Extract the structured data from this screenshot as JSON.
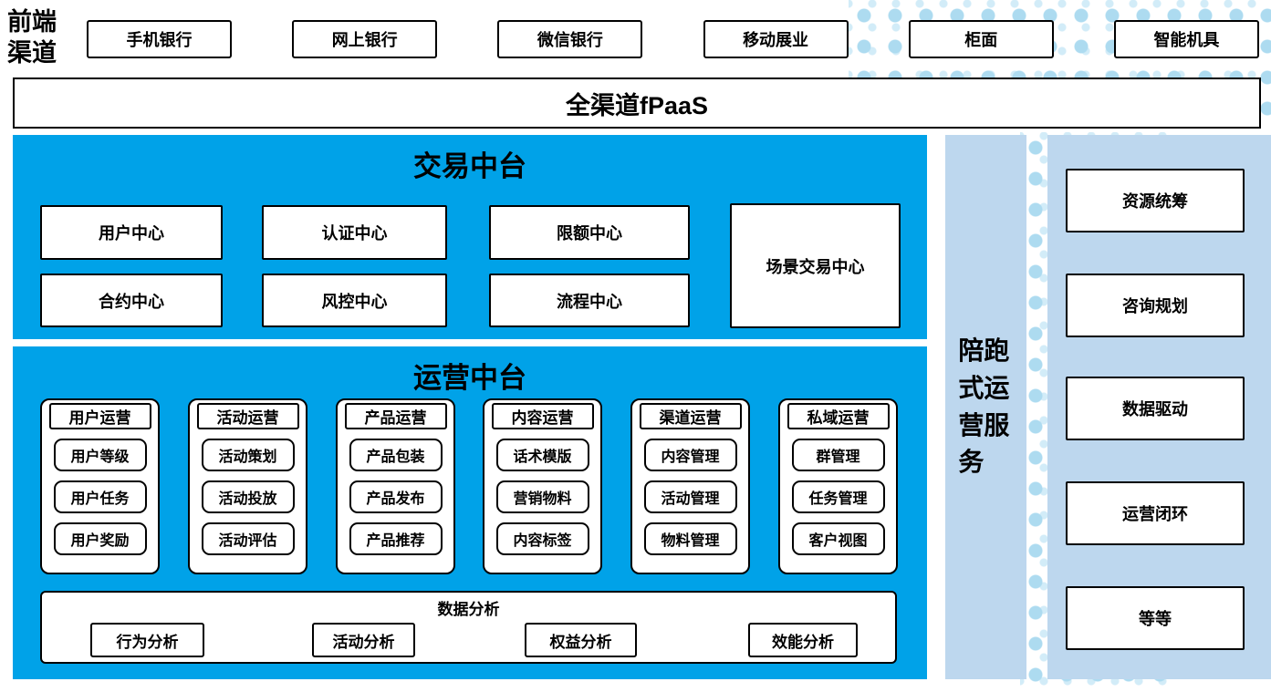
{
  "colors": {
    "primary_blue": "#00A2E8",
    "light_blue": "#BDD7EE",
    "dot_blue": "#9FD5EE",
    "box_border": "#000000",
    "box_bg": "#FFFFFF"
  },
  "front_channels": {
    "label": "前端渠道",
    "items": [
      "手机银行",
      "网上银行",
      "微信银行",
      "移动展业",
      "柜面",
      "智能机具"
    ]
  },
  "fpaas": {
    "label": "全渠道fPaaS"
  },
  "transaction": {
    "title": "交易中台",
    "cells": [
      "用户中心",
      "认证中心",
      "限额中心",
      "合约中心",
      "风控中心",
      "流程中心"
    ],
    "scenario": "场景交易中心"
  },
  "operation": {
    "title": "运营中台",
    "columns": [
      {
        "header": "用户运营",
        "items": [
          "用户等级",
          "用户任务",
          "用户奖励"
        ]
      },
      {
        "header": "活动运营",
        "items": [
          "活动策划",
          "活动投放",
          "活动评估"
        ]
      },
      {
        "header": "产品运营",
        "items": [
          "产品包装",
          "产品发布",
          "产品推荐"
        ]
      },
      {
        "header": "内容运营",
        "items": [
          "话术模版",
          "营销物料",
          "内容标签"
        ]
      },
      {
        "header": "渠道运营",
        "items": [
          "内容管理",
          "活动管理",
          "物料管理"
        ]
      },
      {
        "header": "私域运营",
        "items": [
          "群管理",
          "任务管理",
          "客户视图"
        ]
      }
    ],
    "analysis": {
      "title": "数据分析",
      "items": [
        "行为分析",
        "活动分析",
        "权益分析",
        "效能分析"
      ]
    }
  },
  "side_service": {
    "label": "陪跑式运营服务"
  },
  "right_panel": {
    "items": [
      "资源统筹",
      "咨询规划",
      "数据驱动",
      "运营闭环",
      "等等"
    ]
  }
}
